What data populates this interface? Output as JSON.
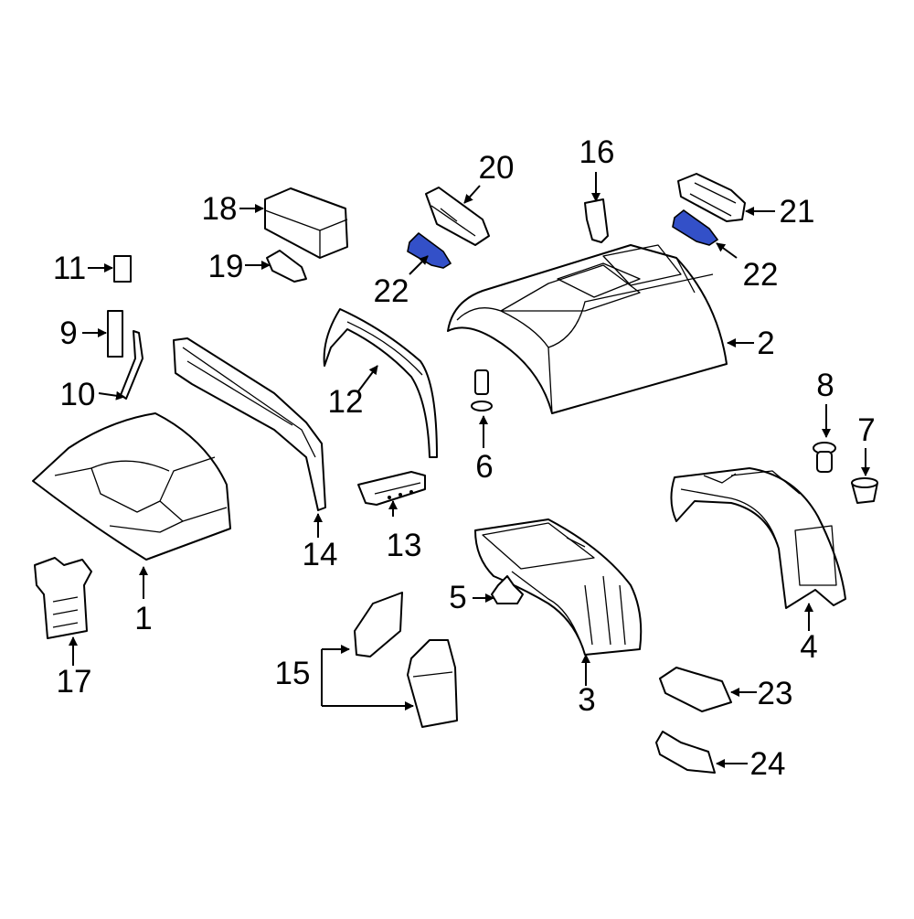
{
  "colors": {
    "highlight": "#3350c8",
    "line": "#000000",
    "background": "#ffffff"
  },
  "callouts": {
    "c1": "1",
    "c2": "2",
    "c3": "3",
    "c4": "4",
    "c5": "5",
    "c6": "6",
    "c7": "7",
    "c8": "8",
    "c9": "9",
    "c10": "10",
    "c11": "11",
    "c12": "12",
    "c13": "13",
    "c14": "14",
    "c15": "15",
    "c16": "16",
    "c17": "17",
    "c18": "18",
    "c19": "19",
    "c20": "20",
    "c21": "21",
    "c22a": "22",
    "c22b": "22",
    "c23": "23",
    "c24": "24"
  },
  "highlighted_parts": [
    "22"
  ]
}
